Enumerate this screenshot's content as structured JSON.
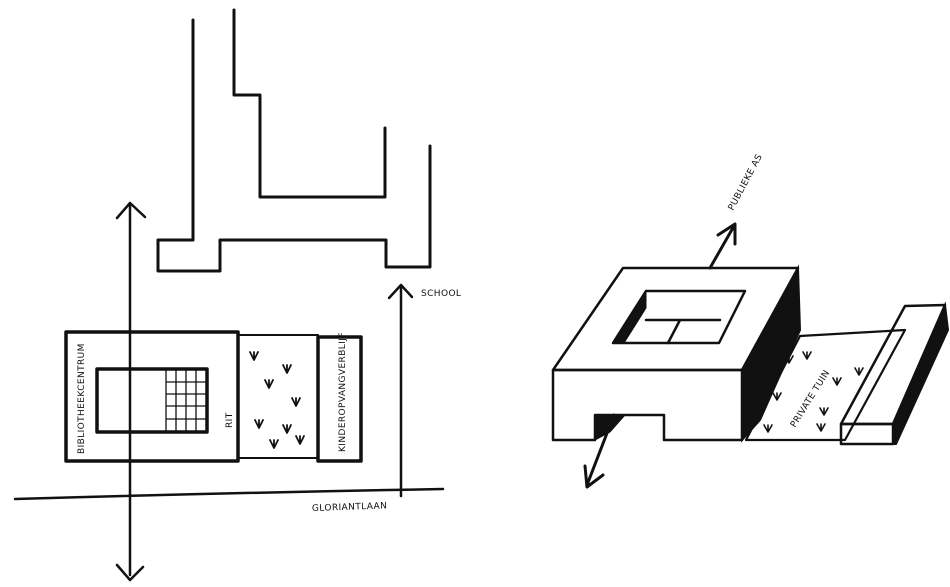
{
  "plan": {
    "labels": {
      "school": "SCHOOL",
      "street": "GLORIANTLAAN",
      "left_building": "BIBLIOTHEEKCENTRUM",
      "middle_label": "RIT",
      "right_building": "KINDEROPVANGVERBLIJF"
    }
  },
  "axonometric": {
    "labels": {
      "public_axis": "PUBLIEKE AS",
      "private_garden": "PRIVATE TUIN"
    }
  },
  "colors": {
    "ink": "#111111",
    "paper": "#ffffff"
  }
}
